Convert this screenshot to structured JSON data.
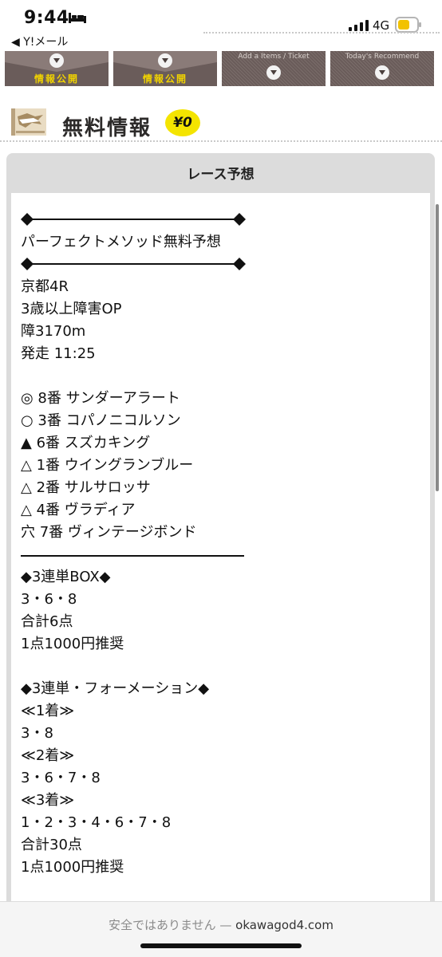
{
  "status_bar": {
    "time": "9:44",
    "back_app": "◀ Y!メール",
    "network": "4G",
    "battery_color": "#f2c200"
  },
  "nav": {
    "tiles": [
      {
        "label": "情報公開"
      },
      {
        "label": "情報公開"
      },
      {
        "label": "Add a Items / Ticket"
      },
      {
        "label": "Today's Recommend"
      }
    ]
  },
  "section": {
    "title": "無料情報",
    "price_badge": "¥0"
  },
  "card": {
    "title": "レース予想",
    "lines": {
      "l1": "パーフェクトメソッド無料予想",
      "venue": "京都4R",
      "race_class": "3歳以上障害OP",
      "distance": "障3170m",
      "start": "発走 11:25",
      "p1": "◎ 8番 サンダーアラート",
      "p2": "○ 3番 コパノニコルソン",
      "p3": "▲ 6番 スズカキング",
      "p4": "△ 1番 ウイングランブルー",
      "p5": "△ 2番 サルサロッサ",
      "p6": "△ 4番 ヴラディア",
      "p7": "穴 7番 ヴィンテージボンド",
      "box_title": "◆3連単BOX◆",
      "box_nums": "3・6・8",
      "box_total": "合計6点",
      "box_rec": "1点1000円推奨",
      "form_title": "◆3連単・フォーメーション◆",
      "first_lbl": "≪1着≫",
      "first_nums": "3・8",
      "second_lbl": "≪2着≫",
      "second_nums": "3・6・7・8",
      "third_lbl": "≪3着≫",
      "third_nums": "1・2・3・4・6・7・8",
      "form_total": "合計30点",
      "form_rec": "1点1000円推奨"
    }
  },
  "browser": {
    "warning": "安全ではありません",
    "separator": " — ",
    "domain": "okawagod4.com"
  }
}
